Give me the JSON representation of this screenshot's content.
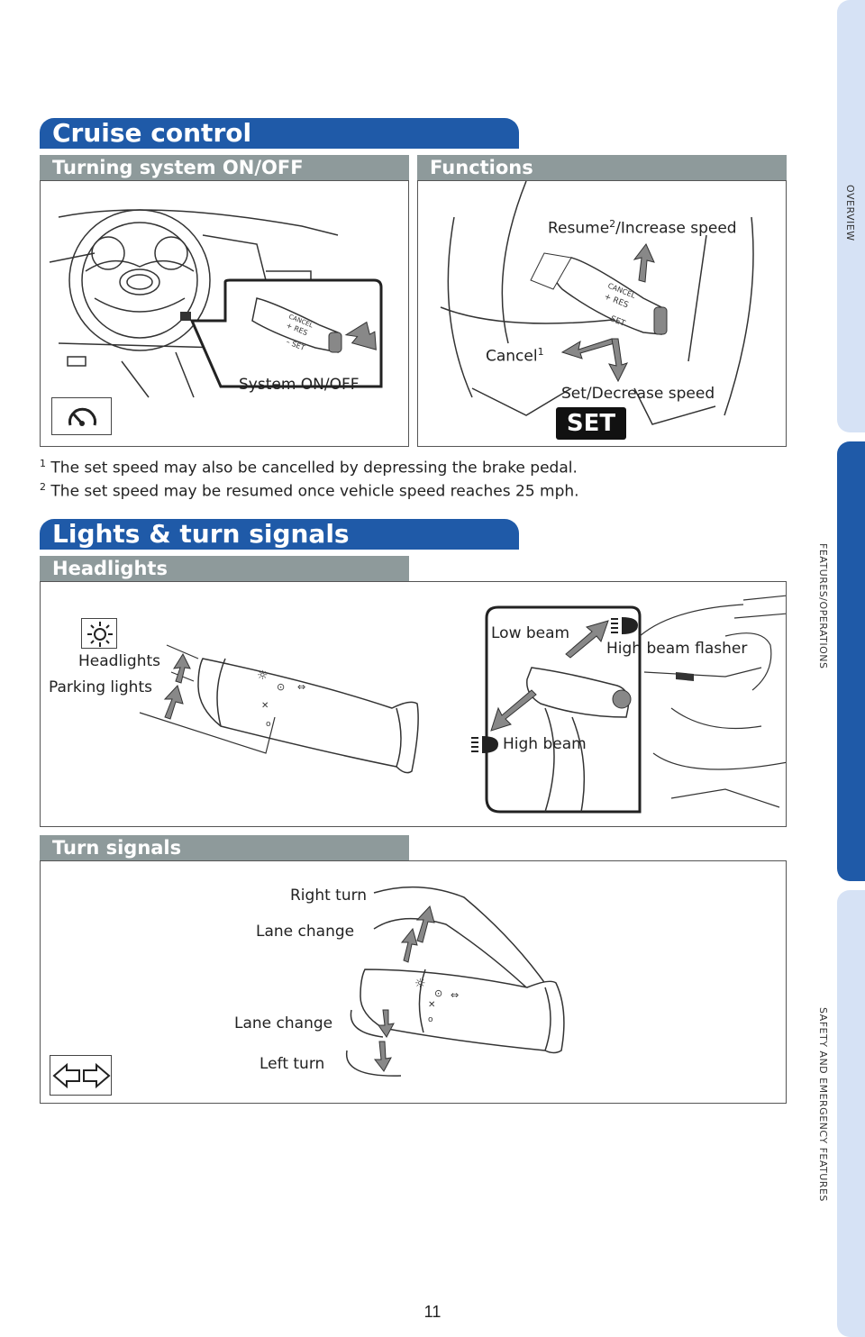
{
  "cruise": {
    "title": "Cruise control",
    "turning_title": "Turning system ON/OFF",
    "functions_title": "Functions",
    "system_on_off": "System ON/OFF",
    "resume_label": "Resume",
    "resume_sup": "2",
    "resume_rest": "/Increase speed",
    "cancel_label": "Cancel",
    "cancel_sup": "1",
    "set_decrease": "Set/Decrease speed",
    "set_icon_text": "SET",
    "footnote1_num": "1",
    "footnote1": "The set speed may also be cancelled by depressing the brake pedal.",
    "footnote2_num": "2",
    "footnote2": "The set speed may be resumed once vehicle speed reaches 25 mph."
  },
  "lights": {
    "title": "Lights & turn signals",
    "headlights_title": "Headlights",
    "headlights_label": "Headlights",
    "parking_lights": "Parking lights",
    "low_beam": "Low beam",
    "high_beam_flasher": "High beam flasher",
    "high_beam": "High beam",
    "turn_title": "Turn signals",
    "right_turn": "Right turn",
    "lane_change_up": "Lane change",
    "lane_change_down": "Lane change",
    "left_turn": "Left turn"
  },
  "sidebar": {
    "tabs": [
      {
        "label": "OVERVIEW",
        "active": false
      },
      {
        "label": "FEATURES/OPERATIONS",
        "active": true
      },
      {
        "label": "SAFETY AND EMERGENCY FEATURES",
        "active": false
      }
    ]
  },
  "page_number": "11",
  "icons": [
    "cruise-control-gauge-icon",
    "headlight-sun-icon",
    "high-beam-icon",
    "turn-arrows-icon"
  ],
  "colors": {
    "section_blue": "#1f5aa8",
    "sub_gray": "#8e9a9b",
    "tab_inactive": "#d6e2f5",
    "tab_active": "#1f5aa8"
  }
}
